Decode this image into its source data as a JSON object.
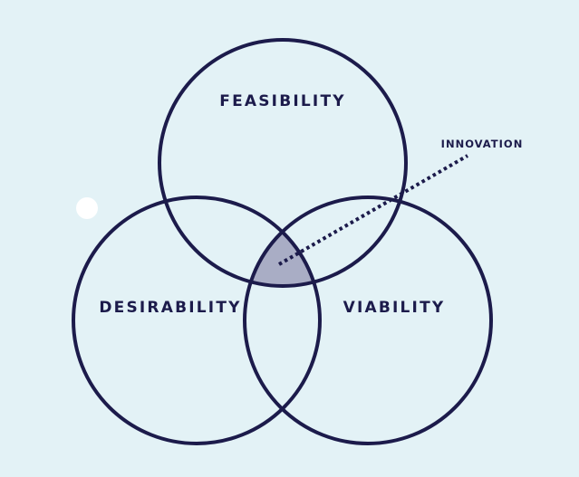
{
  "diagram": {
    "type": "venn-3",
    "circles": [
      {
        "id": "feasibility",
        "label": "FEASIBILITY"
      },
      {
        "id": "desirability",
        "label": "DESIRABILITY"
      },
      {
        "id": "viability",
        "label": "VIABILITY"
      }
    ],
    "intersection": {
      "label": "INNOVATION"
    }
  },
  "colors": {
    "background": "#e3f2f6",
    "stroke": "#1c1b4b",
    "intersection_fill": "#a9adc5",
    "text": "#1c1b4b",
    "dot": "#ffffff"
  }
}
